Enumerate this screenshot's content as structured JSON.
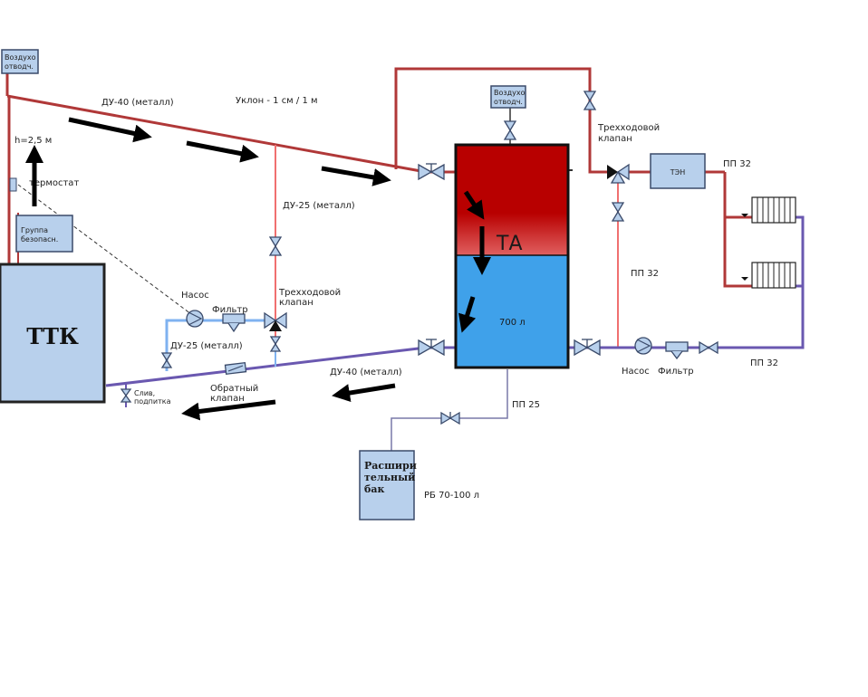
{
  "labels": {
    "air_vent_left": [
      "Воздухо",
      "отводч."
    ],
    "air_vent_center": [
      "Воздухо",
      "отводч."
    ],
    "du40_top": "ДУ-40 (металл)",
    "slope": "Уклон - 1 см / 1 м",
    "height": "h=2,5 м",
    "thermostat": "термостат",
    "safety_group": [
      "Группа",
      "безопасн."
    ],
    "du25_vertical": "ДУ-25 (металл)",
    "pump_left": "Насос",
    "filter_left": "Фильтр",
    "three_way_left": [
      "Трехходовой",
      "клапан"
    ],
    "du25_bottom": "ДУ-25 (металл)",
    "du40_bottom": "ДУ-40 (металл)",
    "check_valve": [
      "Обратный",
      "клапан"
    ],
    "drain": [
      "Слив,",
      "подпитка"
    ],
    "boiler": "ТТК",
    "tank": "ТА",
    "tank_volume": "700 л",
    "pp25": "ПП 25",
    "expansion_tank": [
      "Расшири",
      "тельный",
      "бак"
    ],
    "expansion_volume": "РБ 70-100 л",
    "three_way_right": [
      "Трехходовой",
      "клапан"
    ],
    "heater": "ТЭН",
    "pp32_top": "ПП 32",
    "pp32_mid": "ПП 32",
    "pp32_bottom": "ПП 32",
    "pump_right": "Насос",
    "filter_right": "Фильтр"
  },
  "colors": {
    "hot_pipe": "#b03838",
    "hot_pipe_light": "#f07070",
    "cold_pipe": "#6a58b0",
    "cold_pipe_light": "#7fb2f0",
    "tank_hot": "#b80000",
    "tank_cold": "#3fa1ea",
    "component_fill": "#b8d0ec",
    "component_stroke": "#3a4a6a",
    "arrow": "#000000"
  }
}
